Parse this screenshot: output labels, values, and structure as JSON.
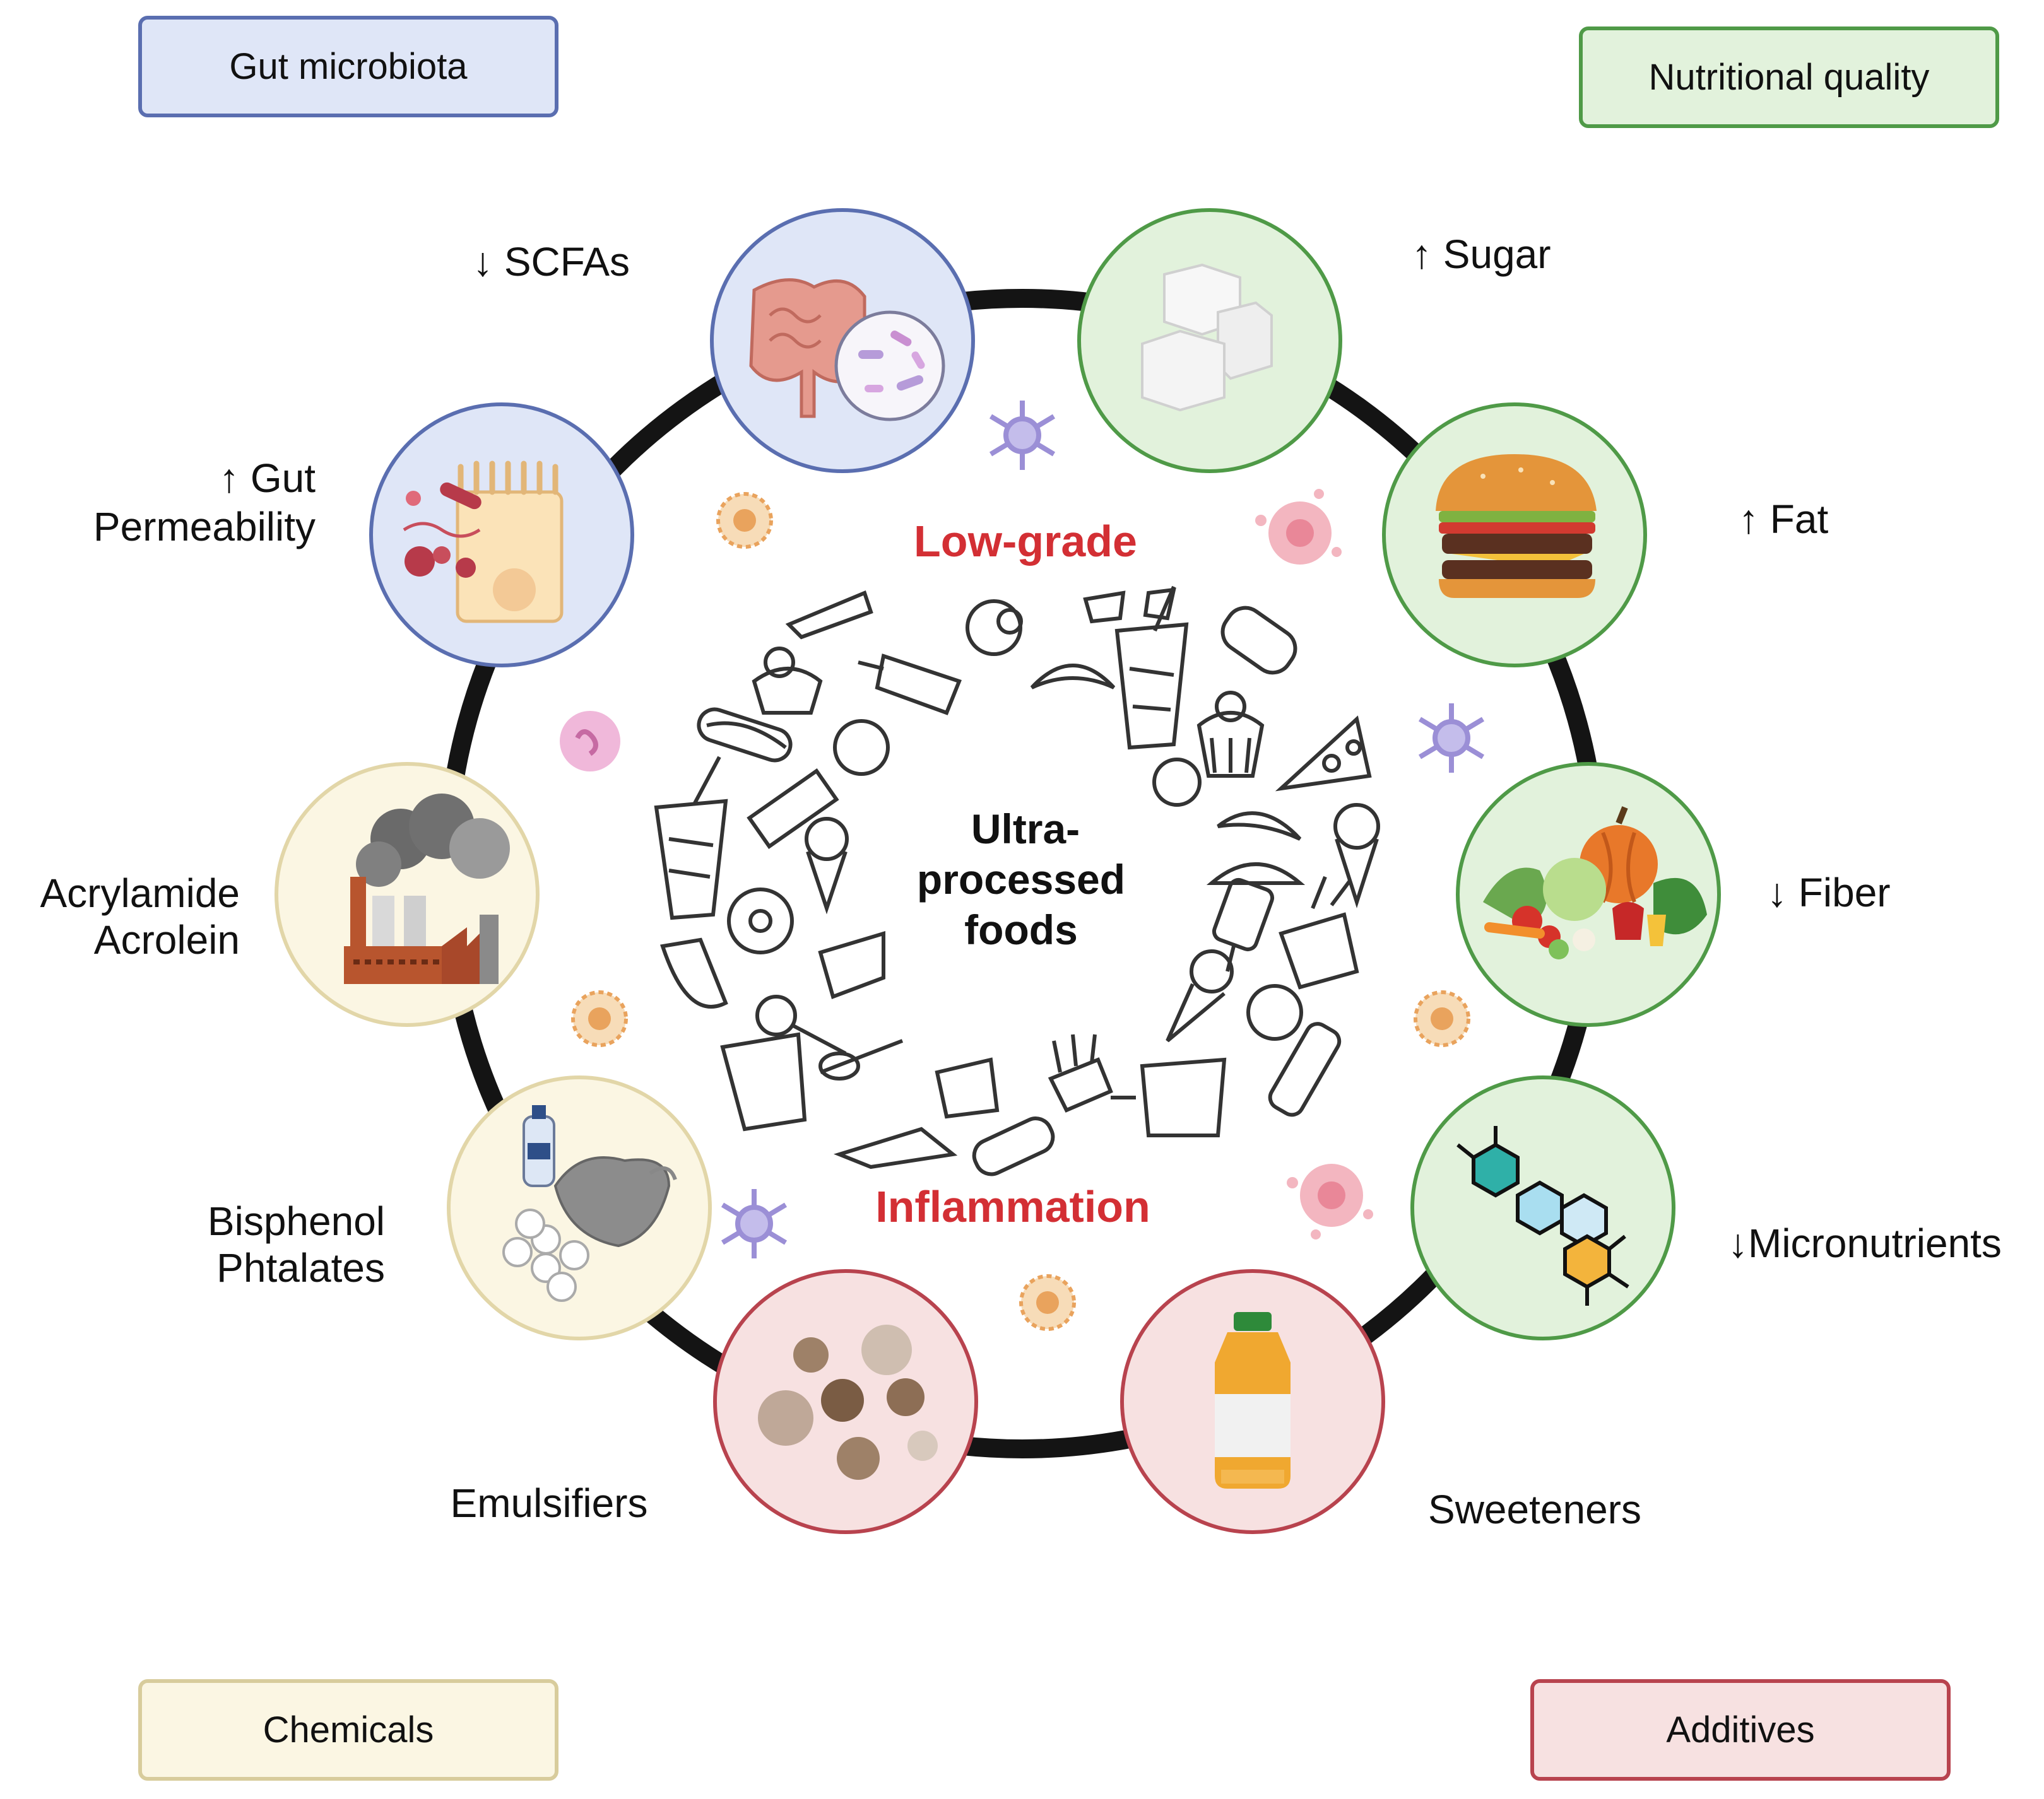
{
  "legend": {
    "gut_microbiota": "Gut microbiota",
    "nutritional_quality": "Nutritional quality",
    "chemicals": "Chemicals",
    "additives": "Additives"
  },
  "center": {
    "line1": "Ultra-",
    "line2": "processed",
    "line3": "foods",
    "top_label": "Low-grade",
    "bottom_label": "Inflammation"
  },
  "factors": {
    "scfas": "↓ SCFAs",
    "gut_permeability_1": "↑ Gut",
    "gut_permeability_2": "Permeability",
    "acrylamide": "Acrylamide",
    "acrolein": "Acrolein",
    "bisphenol": "Bisphenol",
    "phtalates": "Phtalates",
    "emulsifiers": "Emulsifiers",
    "sweeteners": "Sweeteners",
    "micronutrients": "↓Micronutrients",
    "fiber": "↓ Fiber",
    "fat": "↑ Fat",
    "sugar": "↑ Sugar"
  },
  "colors": {
    "gut_fill": "#dfe6f7",
    "gut_stroke": "#5a6eb0",
    "nutrition_fill": "#e2f2dc",
    "nutrition_stroke": "#4f9a47",
    "chemicals_fill": "#fbf6e3",
    "chemicals_stroke": "#d8cc9c",
    "additives_fill": "#f7e1e1",
    "additives_stroke": "#b8434e",
    "inflammation_text": "#d32f34"
  },
  "icons": {
    "intestine": "intestine-bacteria-icon",
    "epithelium": "gut-epithelium-icon",
    "factory": "factory-smoke-icon",
    "plastic": "plastic-waste-icon",
    "emulsifier": "emulsion-droplets-icon",
    "juice": "juice-bottle-icon",
    "molecule": "molecule-icon",
    "vegetables": "vegetables-icon",
    "burger": "burger-icon",
    "sugar": "sugar-cubes-icon"
  }
}
